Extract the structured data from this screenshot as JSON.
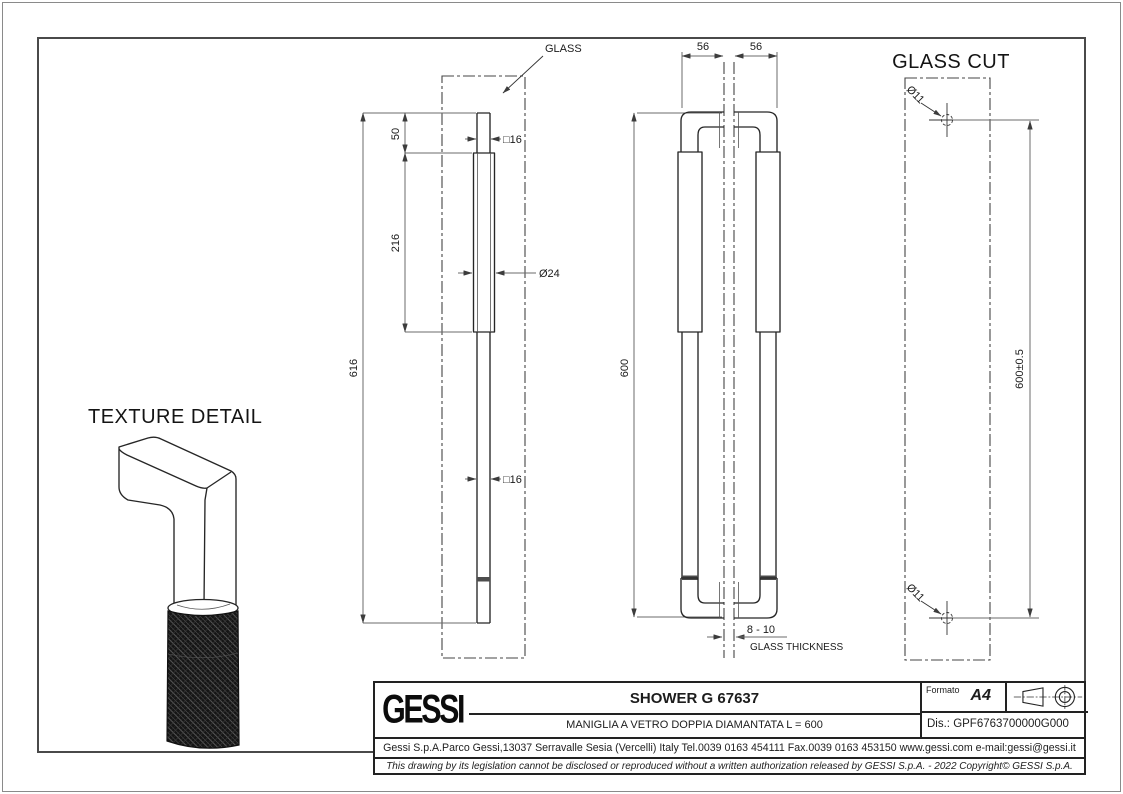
{
  "drawing": {
    "headings": {
      "texture_detail": "TEXTURE DETAIL",
      "glass_cut": "GLASS CUT"
    },
    "callouts": {
      "glass": "GLASS",
      "glass_thickness": "GLASS THICKNESS"
    },
    "dims": {
      "d616": "616",
      "d50": "50",
      "d216": "216",
      "sq16_top": "□16",
      "dia24": "Ø24",
      "sq16_bottom": "□16",
      "d56_left": "56",
      "d56_right": "56",
      "d600": "600",
      "d8_10": "8 - 10",
      "dia11_top": "Ø11",
      "dia11_bottom": "Ø11",
      "d600_tol": "600±0.5"
    }
  },
  "title_block": {
    "logo_text": "GESSI",
    "product_title": "SHOWER G 67637",
    "product_subtitle": "MANIGLIA A VETRO DOPPIA DIAMANTATA L = 600",
    "format_label": "Formato",
    "format_value": "A4",
    "drawing_code": "Dis.: GPF6763700000G000",
    "company_line": "Gessi S.p.A.Parco Gessi,13037 Serravalle Sesia (Vercelli) Italy Tel.0039 0163 454111 Fax.0039 0163 453150 www.gessi.com e-mail:gessi@gessi.it",
    "legal_line": "This drawing by its legislation cannot be disclosed or reproduced without a written authorization released by GESSI S.p.A. - 2022 Copyright© GESSI S.p.A."
  },
  "colors": {
    "ink": "#1d1d1d",
    "dim_line": "#666666",
    "paper": "#ffffff"
  }
}
